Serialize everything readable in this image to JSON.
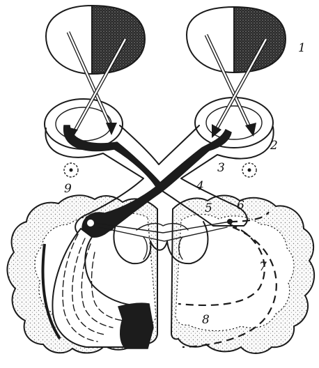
{
  "labels": {
    "l1": "1",
    "l2": "2",
    "l3": "3",
    "l4": "4",
    "l5": "5",
    "l6": "6",
    "l7": "7",
    "l8": "8",
    "l9": "9"
  },
  "colors": {
    "ink": "#1a1a1a",
    "background": "#ffffff",
    "cortex_fill": "#f3f3f3",
    "shade": "#3a3a3a"
  }
}
